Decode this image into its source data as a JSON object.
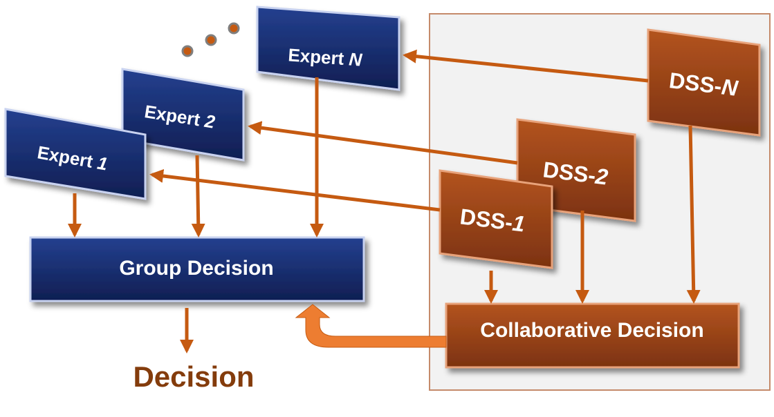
{
  "experts": [
    {
      "prefix": "Expert ",
      "index": "1"
    },
    {
      "prefix": "Expert ",
      "index": "2"
    },
    {
      "prefix": "Expert ",
      "index": "N"
    }
  ],
  "dss": [
    {
      "prefix": "DSS-",
      "index": "1"
    },
    {
      "prefix": "DSS-",
      "index": "2"
    },
    {
      "prefix": "DSS-",
      "index": "N"
    }
  ],
  "group_decision": "Group Decision",
  "collaborative_decision": "Collaborative Decision",
  "output": "Decision",
  "colors": {
    "expert_fill": "#1a2d6b",
    "expert_edge": "#c8d2f0",
    "dss_fill": "#9a4316",
    "dss_edge": "#e8a27a",
    "arrow": "#c55a11",
    "panel": "#f2f2f2",
    "panel_border": "#c58a6a",
    "ellipsis_dot": "#c55a11"
  }
}
